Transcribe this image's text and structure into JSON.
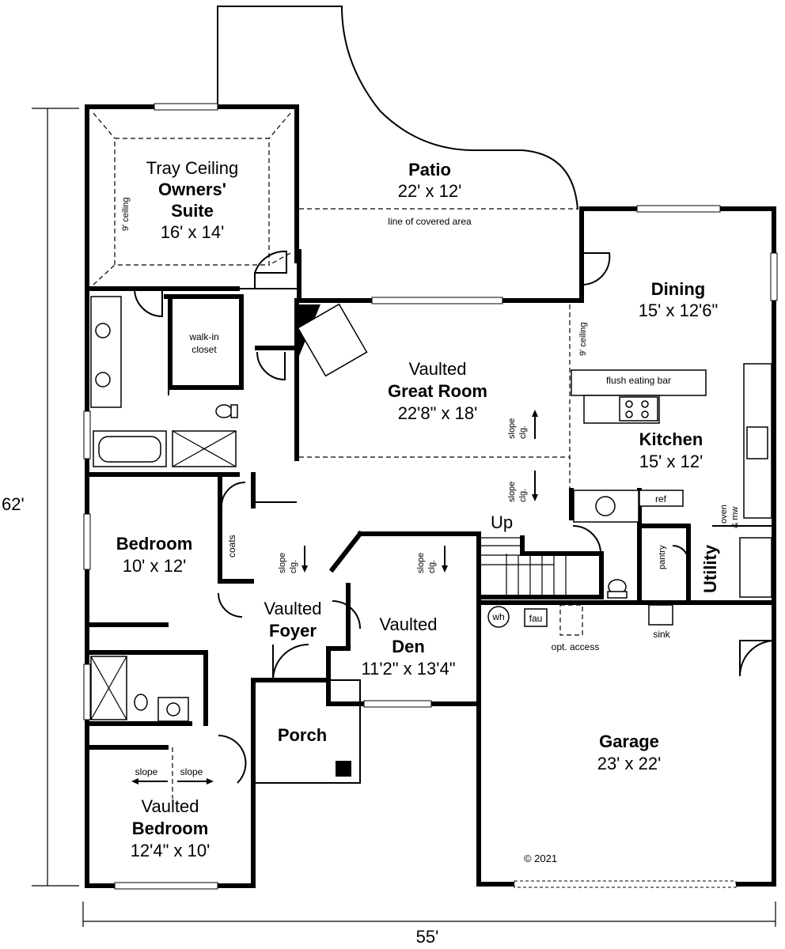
{
  "dimensions": {
    "depth": "62'",
    "width": "55'"
  },
  "rooms": {
    "owners_suite": {
      "ceiling": "Tray Ceiling",
      "name1": "Owners'",
      "name2": "Suite",
      "size": "16' x 14'",
      "ceiling_height": "9' ceiling"
    },
    "patio": {
      "name": "Patio",
      "size": "22' x 12'",
      "note": "line of covered area"
    },
    "dining": {
      "name": "Dining",
      "size": "15' x 12'6\"",
      "ceiling_height": "9' ceiling"
    },
    "great_room": {
      "prefix": "Vaulted",
      "name": "Great Room",
      "size": "22'8\" x 18'"
    },
    "kitchen": {
      "name": "Kitchen",
      "size": "15' x 12'",
      "bar": "flush eating bar",
      "ref": "ref",
      "oven1": "oven",
      "oven2": "& mw"
    },
    "walk_in": {
      "line1": "walk-in",
      "line2": "closet"
    },
    "bedroom": {
      "name": "Bedroom",
      "size": "10' x 12'"
    },
    "coats": "coats",
    "foyer": {
      "prefix": "Vaulted",
      "name": "Foyer"
    },
    "den": {
      "prefix": "Vaulted",
      "name": "Den",
      "size": "11'2\" x 13'4\""
    },
    "porch": {
      "name": "Porch"
    },
    "garage": {
      "name": "Garage",
      "size": "23' x 22'"
    },
    "utility": {
      "name": "Utility"
    },
    "pantry": "pantry",
    "vaulted_bedroom": {
      "prefix": "Vaulted",
      "name": "Bedroom",
      "size": "12'4\" x 10'"
    }
  },
  "notes": {
    "slope_clg1": "slope",
    "slope_clg2": "clg.",
    "up": "Up",
    "wh": "wh",
    "fau": "fau",
    "opt_access": "opt. access",
    "sink": "sink",
    "slope": "slope",
    "copyright": "© 2021"
  }
}
